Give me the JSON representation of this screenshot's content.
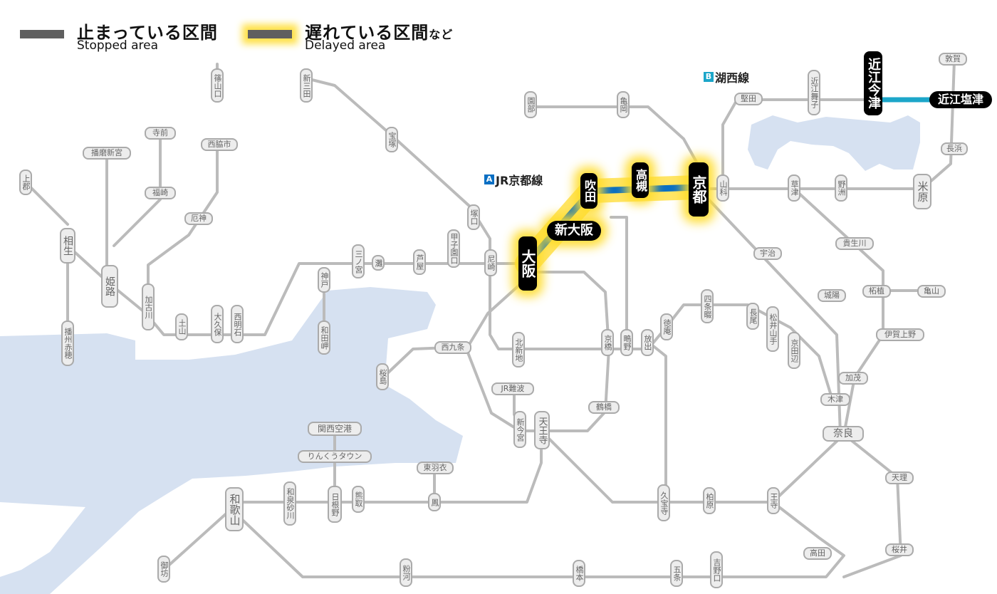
{
  "legend": {
    "stopped": {
      "ja": "止まっている区間",
      "en": "Stopped area"
    },
    "delayed": {
      "ja": "遅れている区間",
      "ja_suffix": "など",
      "en": "Delayed area"
    }
  },
  "lines": {
    "kyoto_line": {
      "badge": "A",
      "name": "JR京都線",
      "color": "#0a6fc3"
    },
    "kosei_line": {
      "badge": "B",
      "name": "湖西線",
      "color": "#1ca6c9"
    }
  },
  "colors": {
    "track": "#bbbbbb",
    "water": "#d6e1f1",
    "glow": "#ffe04a",
    "station_fill": "#ededed",
    "station_border": "#aaaaaa",
    "major_fill": "#000000"
  },
  "stations": {
    "osaka": "大阪",
    "shin_osaka": "新大阪",
    "suita": "吹田",
    "takatsuki": "高槻",
    "kyoto": "京都",
    "omi_imazu": "近江今津",
    "omi_shiotsu": "近江塩津",
    "sasayamaguchi": "篠山口",
    "shinsanda": "新三田",
    "takarazuka": "宝塚",
    "tsukaguchi": "塚口",
    "amagasaki": "尼崎",
    "koshienguchi": "甲子園口",
    "ashiya": "芦屋",
    "nada": "灘",
    "sannomiya": "三ノ宮",
    "kobe": "神戸",
    "wadamisaki": "和田岬",
    "nishiakashi": "西明石",
    "okubo": "大久保",
    "tsuchiyama": "土山",
    "kakogawa": "加古川",
    "yakujin": "厄神",
    "nishiwakishi": "西脇市",
    "teramae": "寺前",
    "harimashinmiya": "播磨新宮",
    "fukusaki": "福崎",
    "himeji": "姫路",
    "aioi": "相生",
    "kamigori": "上郡",
    "banshuako": "播州赤穂",
    "sonobe": "園部",
    "kameoka": "亀岡",
    "yamashina": "山科",
    "katata": "堅田",
    "omi_maiko": "近江舞子",
    "tsuruga": "敦賀",
    "nagahama": "長浜",
    "maibara": "米原",
    "yasu": "野洲",
    "kusatsu": "草津",
    "uji": "宇治",
    "joyo": "城陽",
    "kizu": "木津",
    "nara": "奈良",
    "kamo": "加茂",
    "iga_ueno": "伊賀上野",
    "tsuge": "柘植",
    "kameyama": "亀山",
    "kibukawa": "貴生川",
    "tenri": "天理",
    "sakurai": "桜井",
    "takada": "高田",
    "oji": "王寺",
    "kashiwara": "柏原",
    "kyuhoji": "久宝寺",
    "tennoji": "天王寺",
    "shin_imamiya": "新今宮",
    "jr_namba": "JR難波",
    "tsuruhashi": "鶴橋",
    "kyobashi": "京橋",
    "nishikujo": "西九条",
    "sakurajima": "桜島",
    "kitashinchi": "北新地",
    "hanaten": "放出",
    "shigino": "鴫野",
    "tokuan": "徳庵",
    "shijonawate": "四条畷",
    "nagao": "長尾",
    "matsuiyamate": "松井山手",
    "kyotanabe": "京田辺",
    "kix": "関西空港",
    "rinku_town": "りんくうタウン",
    "higashihagoromo": "東羽衣",
    "otori": "鳳",
    "kumatori": "熊取",
    "hineno": "日根野",
    "izumisunagawa": "和泉砂川",
    "wakayama": "和歌山",
    "gobo": "御坊",
    "kokawa": "粉河",
    "hashimoto": "橋本",
    "gojo": "五条",
    "yoshinoguchi": "吉野口"
  }
}
